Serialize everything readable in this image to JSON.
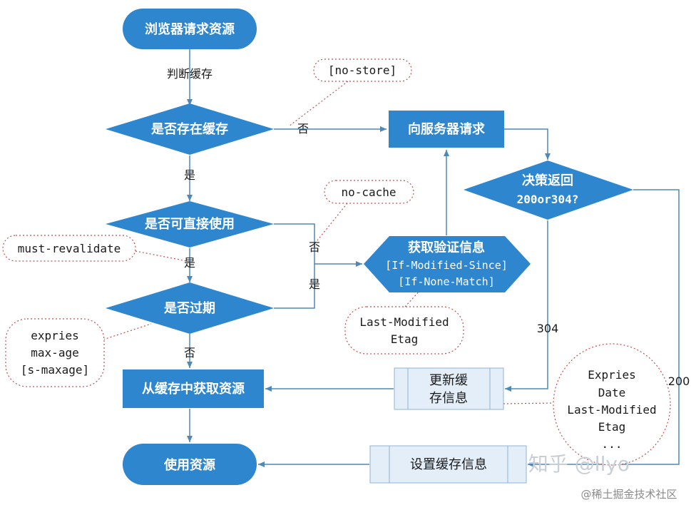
{
  "nodes": {
    "start": "浏览器请求资源",
    "check_exist": "是否存在缓存",
    "server_request": "向服务器请求",
    "decide_line1": "决策返回",
    "decide_line2": "200or304?",
    "direct_use": "是否可直接使用",
    "get_validation_line1": "获取验证信息",
    "get_validation_line2": "[If-Modified-Since]",
    "get_validation_line3": "[If-None-Match]",
    "expired": "是否过期",
    "from_cache": "从缓存中获取资源",
    "update_cache_line1": "更新缓",
    "update_cache_line2": "存信息",
    "use_resource": "使用资源",
    "set_cache": "设置缓存信息"
  },
  "labels": {
    "judge_cache": "判断缓存",
    "no_1": "否",
    "yes_1": "是",
    "no_2": "否",
    "yes_2": "是",
    "yes_3": "是",
    "no_3": "否",
    "code_304": "304",
    "code_200": "200"
  },
  "notes": {
    "no_store": "[no-store]",
    "no_cache": "no-cache",
    "must_revalidate": "must-revalidate",
    "expires_line1": "expries",
    "expires_line2": "max-age",
    "expires_line3": "[s-maxage]",
    "lastmod_line1": "Last-Modified",
    "lastmod_line2": "Etag",
    "headers_line1": "Expries",
    "headers_line2": "Date",
    "headers_line3": "Last-Modified",
    "headers_line4": "Etag",
    "headers_line5": "..."
  },
  "watermarks": {
    "zhihu": "知乎 @llyo",
    "juejin": "@稀土掘金技术社区"
  },
  "colors": {
    "node_fill": "#2e86cf",
    "node_fill_light": "#e3eef8",
    "edge": "#4e88b8",
    "note_border": "#c0504d"
  }
}
